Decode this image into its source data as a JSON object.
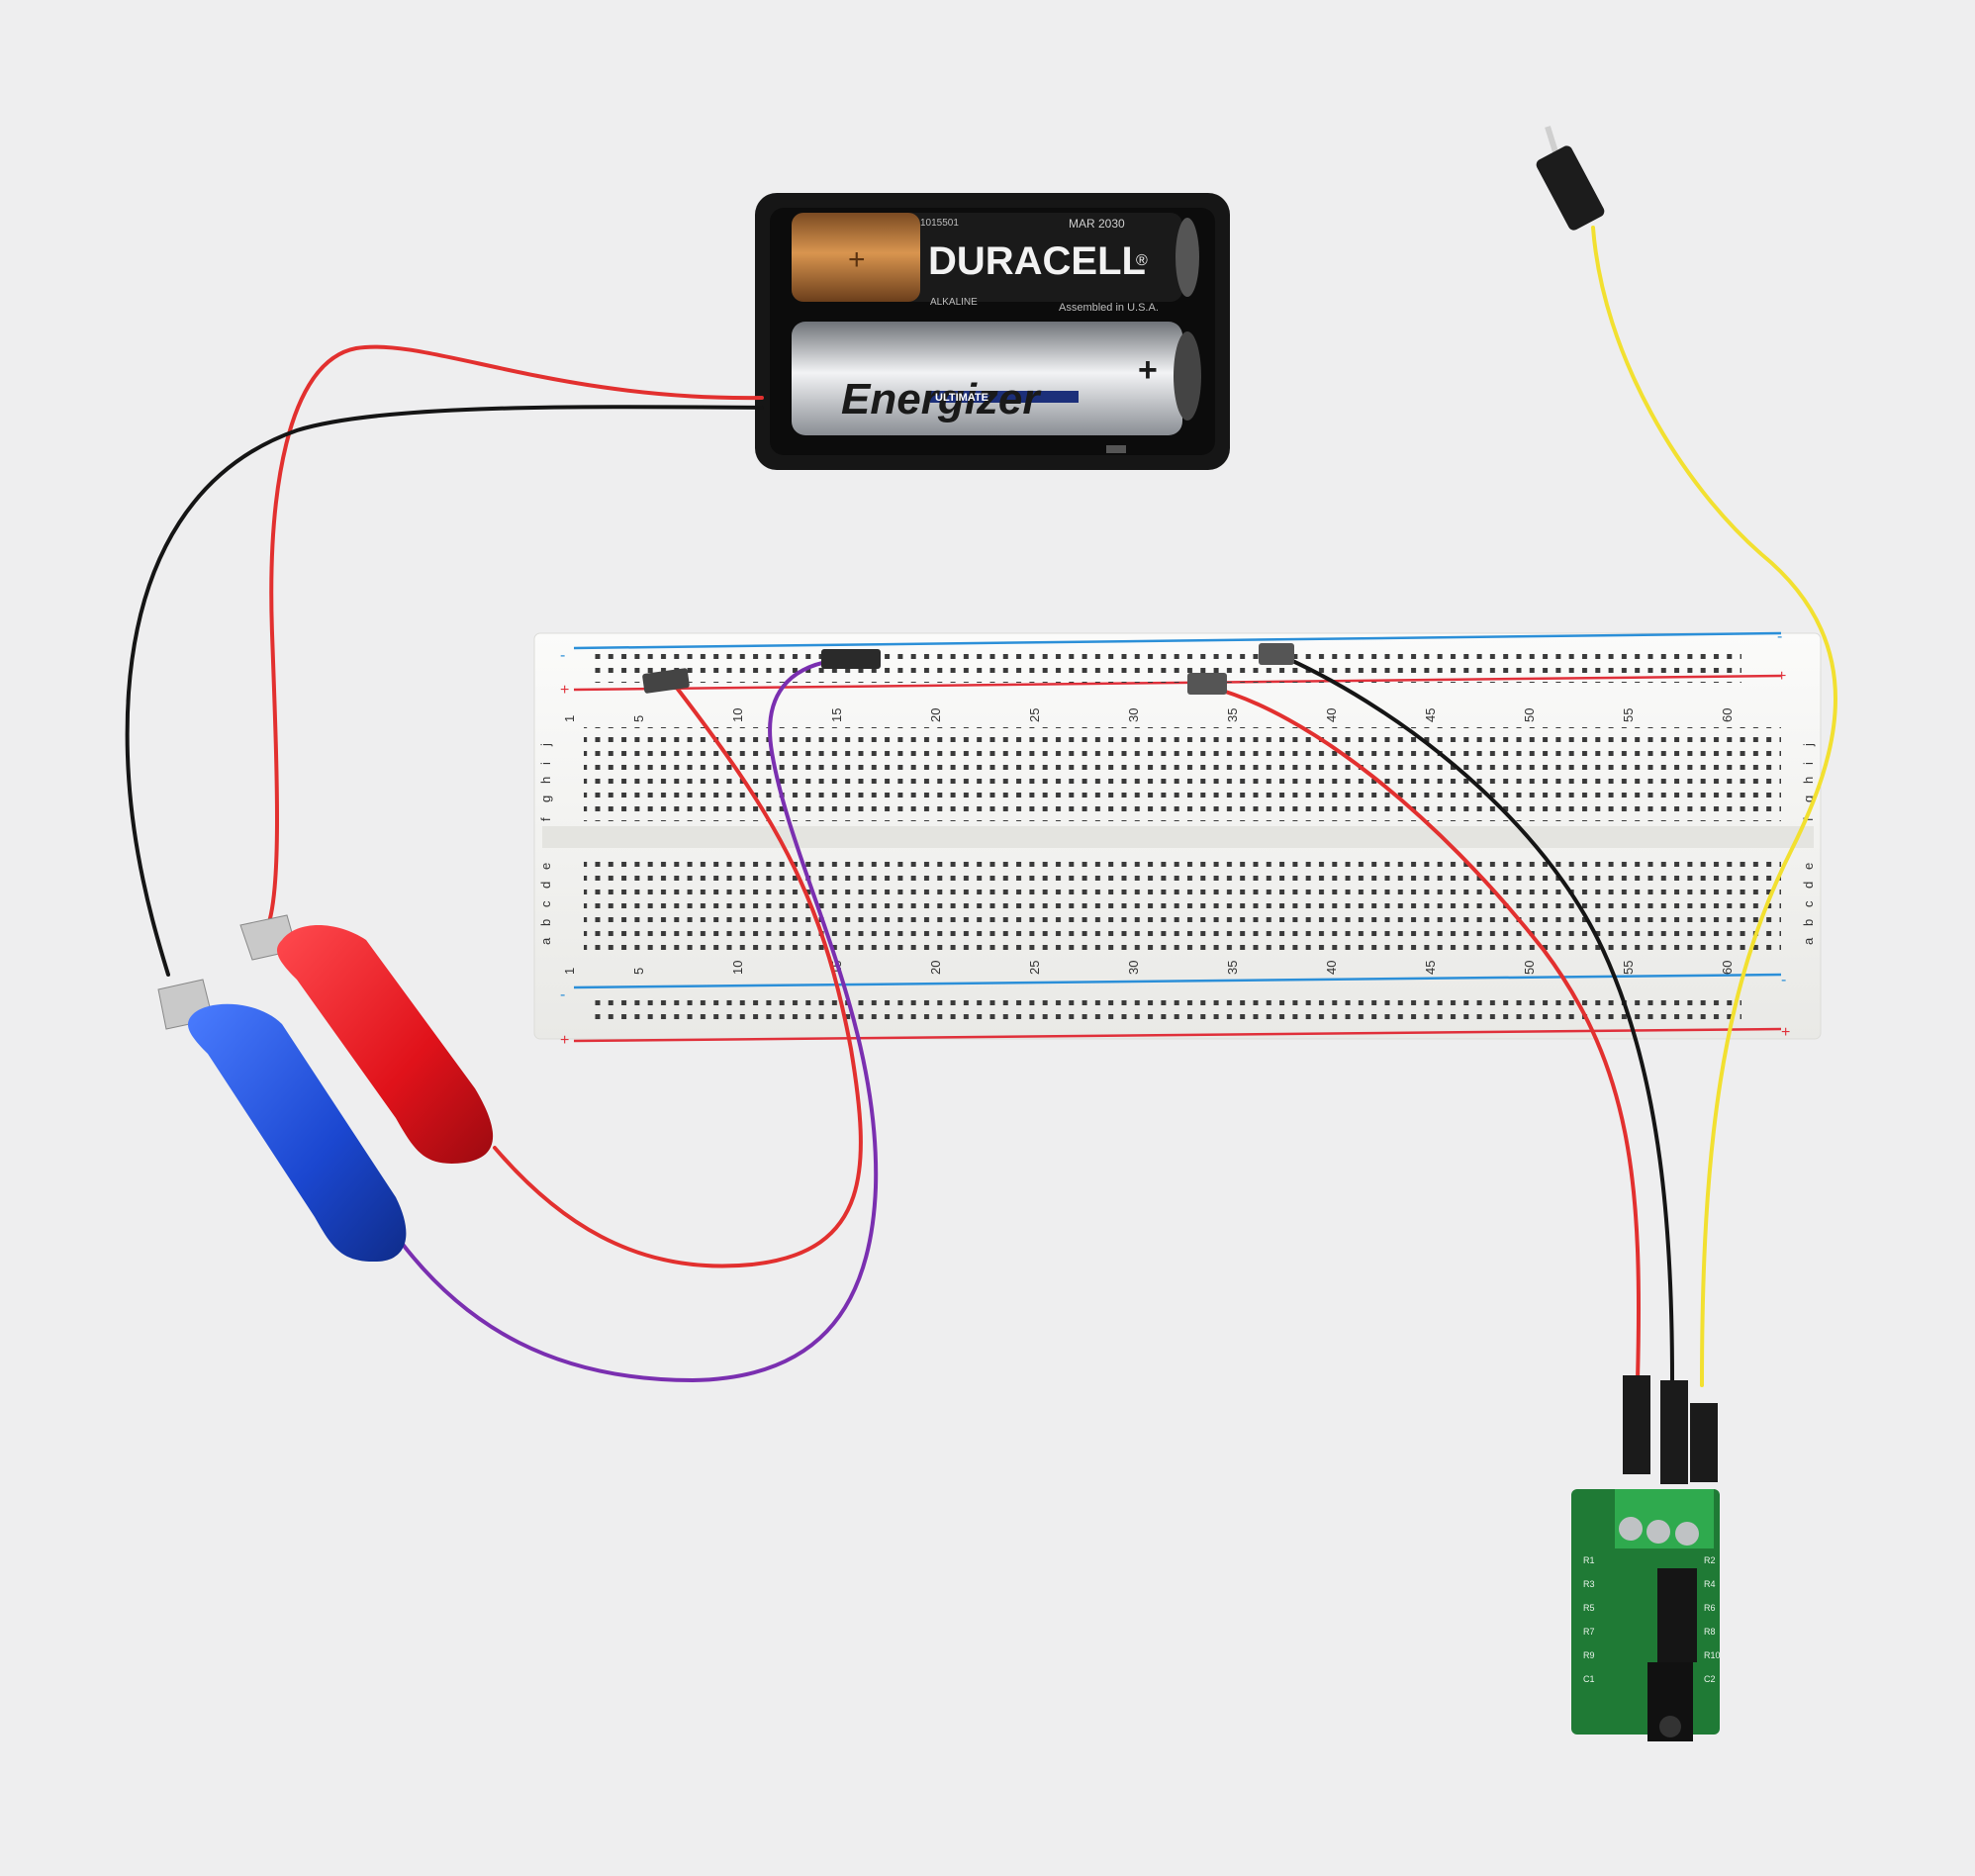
{
  "battery_holder": {
    "battery_top": {
      "brand": "DURACELL",
      "reg_mark": "®",
      "plus": "+",
      "code": "1015501",
      "date": "MAR 2030",
      "type": "ALKALINE",
      "assembled": "Assembled in U.S.A."
    },
    "battery_bottom": {
      "brand": "Energizer",
      "plus": "+",
      "line": "ULTIMATE"
    }
  },
  "breadboard": {
    "rail_minus": "-",
    "rail_plus": "+",
    "column_numbers": [
      "1",
      "5",
      "10",
      "15",
      "20",
      "25",
      "30",
      "35",
      "40",
      "45",
      "50",
      "55",
      "60"
    ],
    "top_rows": [
      "f",
      "g",
      "h",
      "i",
      "j"
    ],
    "bottom_rows": [
      "a",
      "b",
      "c",
      "d",
      "e"
    ]
  },
  "module": {
    "labels": [
      "R1",
      "R2",
      "R3",
      "R4",
      "R5",
      "R6",
      "R7",
      "R8",
      "R9",
      "R10",
      "C1",
      "C2"
    ]
  },
  "colors": {
    "background": "#eeeeef",
    "wire_red": "#e2302f",
    "wire_black": "#151515",
    "wire_purple": "#7a2fb0",
    "wire_yellow": "#f2e030",
    "clip_red": "#e8141c",
    "clip_blue": "#1e4fd6",
    "pcb_green": "#1f7a35",
    "breadboard": "#f7f7f5"
  }
}
